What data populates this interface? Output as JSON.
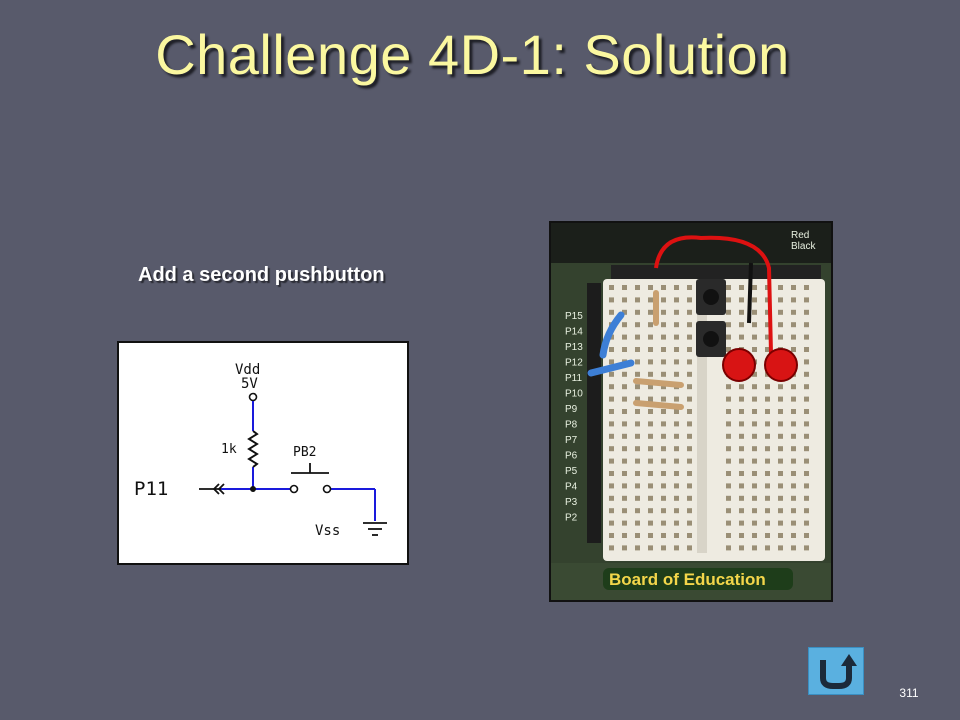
{
  "slide": {
    "title": "Challenge 4D-1: Solution",
    "subtitle": "Add a second pushbutton",
    "page_number": "311"
  },
  "schematic": {
    "vdd_label": "Vdd",
    "voltage_label": "5V",
    "resistor_label": "1k",
    "button_label": "PB2",
    "pin_label": "P11",
    "ground_label": "Vss",
    "wire_color": "#1a1adc"
  },
  "photo": {
    "board_label": "Board of Education",
    "corner_label_1": "Red",
    "corner_label_2": "Black",
    "row_labels": [
      "P15",
      "P14",
      "P13",
      "P12",
      "P11",
      "P10",
      "P9",
      "P8",
      "P7",
      "P6",
      "P5",
      "P4",
      "P3",
      "P2"
    ]
  },
  "nav": {
    "icon": "return-arrow-icon"
  },
  "colors": {
    "background": "#585a6b",
    "title": "#fbf8a0",
    "nav_button": "#5ab0e0"
  }
}
